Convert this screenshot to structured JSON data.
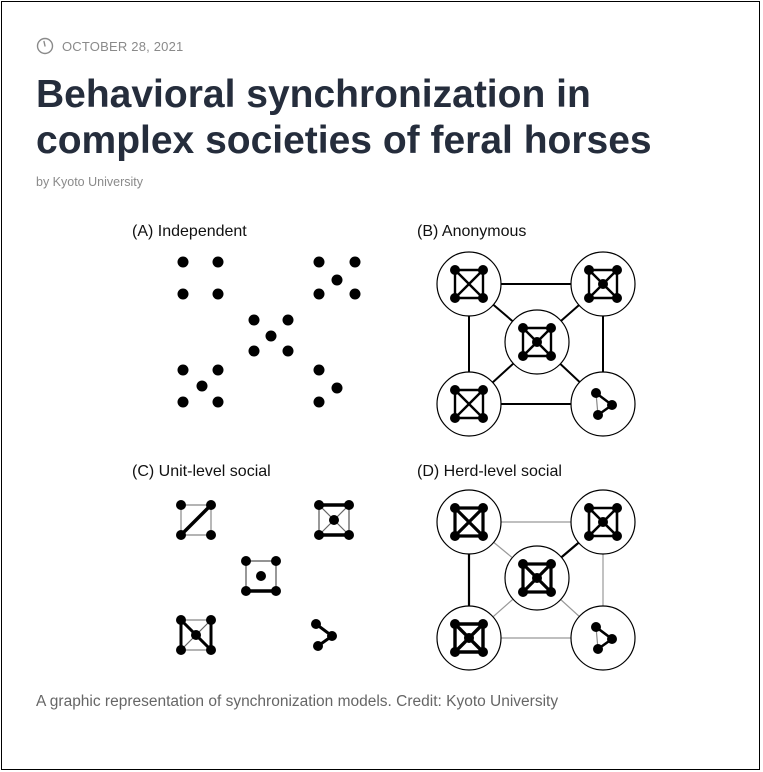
{
  "article": {
    "date": "OCTOBER 28, 2021",
    "title": "Behavioral synchronization in complex societies of feral horses",
    "byline": "by Kyoto University",
    "caption": "A graphic representation of synchronization models. Credit: Kyoto University"
  },
  "figure": {
    "panels": [
      {
        "label": "(A) Independent"
      },
      {
        "label": "(B) Anonymous"
      },
      {
        "label": "(C) Unit-level social"
      },
      {
        "label": "(D) Herd-level social"
      }
    ]
  },
  "icons": {
    "date": "clock-icon"
  },
  "colors": {
    "headline": "#252d3c",
    "meta": "#8a8a8a",
    "caption": "#666666"
  }
}
